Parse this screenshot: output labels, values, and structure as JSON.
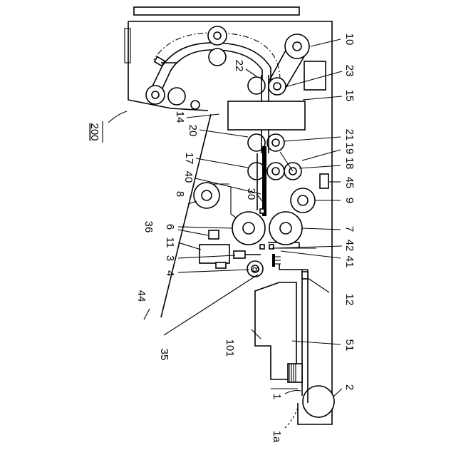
{
  "labels": {
    "n1": "1",
    "n1a": "1a",
    "n2": "2",
    "n3": "3",
    "n4": "4",
    "n6": "6",
    "n7": "7",
    "n8": "8",
    "n8b": "8",
    "n9": "9",
    "n10": "10",
    "n11": "11",
    "n12": "12",
    "n14": "14",
    "n15": "15",
    "n17": "17",
    "n18": "18",
    "n19": "19",
    "n20": "20",
    "n21": "21",
    "n22": "22",
    "n23": "23",
    "n30": "30",
    "n35": "35",
    "n36": "36",
    "n40": "40",
    "n41": "41",
    "n42": "42",
    "n44": "44",
    "n45": "45",
    "n51": "51",
    "n101": "101",
    "n200": "200"
  }
}
